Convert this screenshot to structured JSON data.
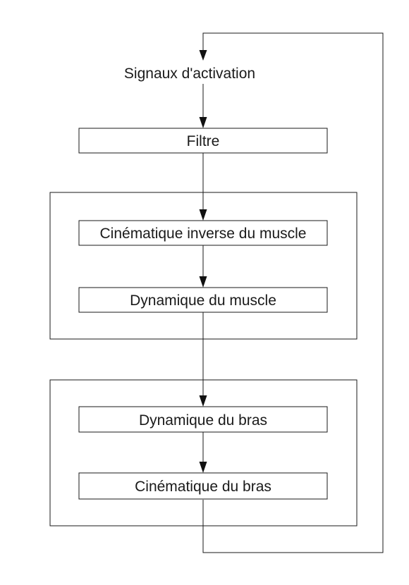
{
  "diagram": {
    "start_label": "Signaux d'activation",
    "nodes": {
      "filter": "Filtre",
      "muscle_inverse_kinematics": "Cinématique inverse du muscle",
      "muscle_dynamics": "Dynamique du muscle",
      "arm_dynamics": "Dynamique du bras",
      "arm_kinematics": "Cinématique du bras"
    },
    "colors": {
      "line": "#1a1a1a",
      "background": "#ffffff"
    }
  }
}
